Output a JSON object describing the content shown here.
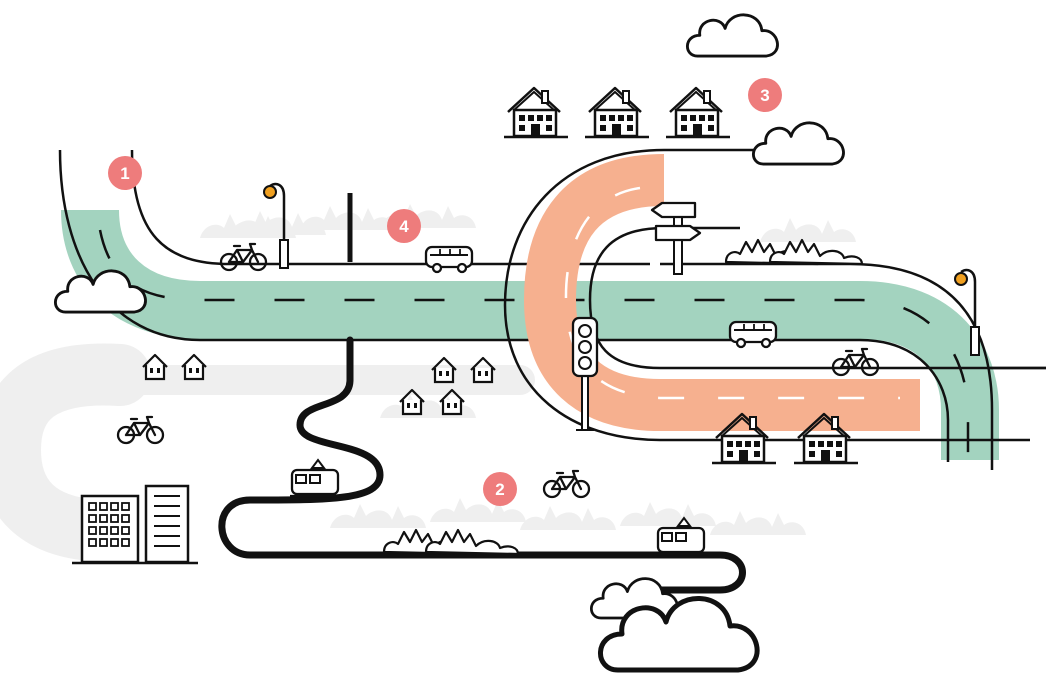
{
  "colors": {
    "ink": "#111111",
    "green_road": "#a3d3bf",
    "orange_road": "#f6b08f",
    "marker": "#ee7c7c",
    "marker_text": "#ffffff",
    "haze": "#efefef",
    "lamp_bulb": "#f0a020"
  },
  "markers": [
    {
      "id": "1",
      "label": "1"
    },
    {
      "id": "2",
      "label": "2"
    },
    {
      "id": "3",
      "label": "3"
    },
    {
      "id": "4",
      "label": "4"
    }
  ],
  "icons": [
    "cloud-icon",
    "house-icon",
    "small-house-icon",
    "apartment-building-icon",
    "bicycle-icon",
    "bus-icon",
    "tram-icon",
    "traffic-light-icon",
    "signpost-icon",
    "street-lamp-icon",
    "tree-cluster-icon"
  ]
}
